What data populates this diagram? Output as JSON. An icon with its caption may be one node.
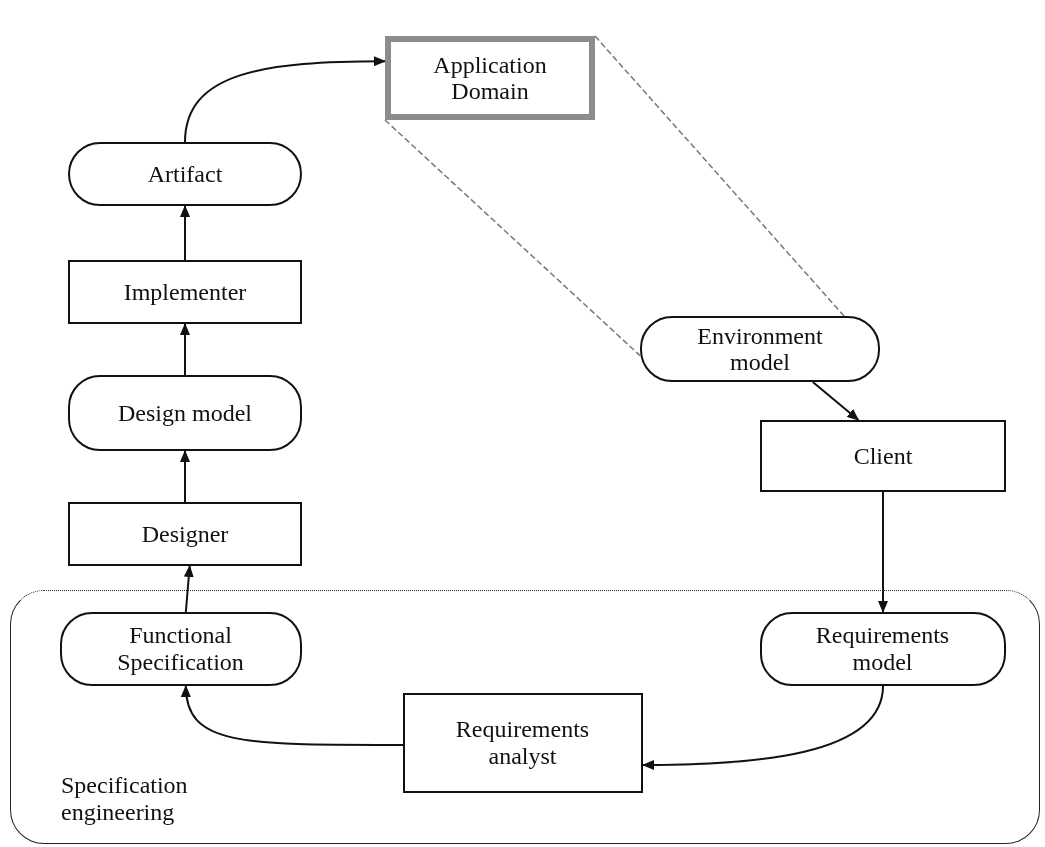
{
  "diagram": {
    "nodes": [
      {
        "text": [
          "Application Domain"
        ]
      },
      {
        "text": [
          "Artifact"
        ]
      },
      {
        "text": [
          "Implementer"
        ]
      },
      {
        "text": [
          "Environment model"
        ]
      },
      {
        "text": [
          "Design model"
        ]
      },
      {
        "text": [
          "Client"
        ]
      },
      {
        "text": [
          "Designer"
        ]
      },
      {
        "text": [
          "Specification engineering"
        ]
      },
      {
        "text": [
          "Functional Specification"
        ],
        "in": 7
      },
      {
        "text": [
          "Requirements model"
        ],
        "in": 7
      },
      {
        "text": [
          "Requirements analyst"
        ],
        "in": 7
      }
    ],
    "edges": [
      {
        "from": 1,
        "to": 0,
        "arrow": "to"
      },
      {
        "from": 2,
        "to": 1,
        "arrow": "to"
      },
      {
        "from": 4,
        "to": 2,
        "arrow": "to"
      },
      {
        "from": 6,
        "to": 4,
        "arrow": "to"
      },
      {
        "from": 8,
        "to": 6,
        "arrow": "to"
      },
      {
        "from": 0,
        "to": 3,
        "arrow": "none",
        "style": "dashed",
        "color": "#777777"
      },
      {
        "from": 0,
        "to": 3,
        "arrow": "none",
        "style": "dashed",
        "color": "#777777"
      },
      {
        "from": 3,
        "to": 5,
        "arrow": "to"
      },
      {
        "from": 5,
        "to": 9,
        "arrow": "to"
      },
      {
        "from": 9,
        "to": 10,
        "arrow": "to"
      },
      {
        "from": 10,
        "to": 8,
        "arrow": "to"
      }
    ]
  }
}
